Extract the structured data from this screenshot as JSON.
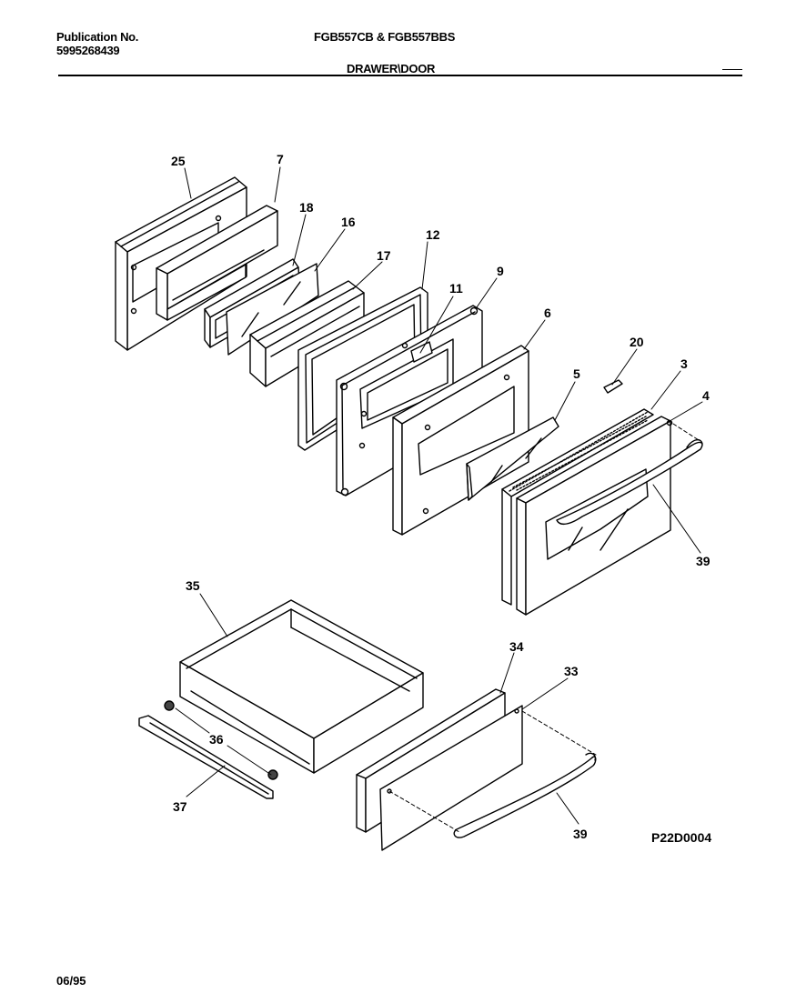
{
  "header": {
    "publication_label": "Publication No.",
    "publication_number": "5995268439",
    "models": "FGB557CB & FGB557BBS",
    "section": "DRAWER\\DOOR"
  },
  "callouts": {
    "p25": "25",
    "p7": "7",
    "p18": "18",
    "p16": "16",
    "p17": "17",
    "p12": "12",
    "p11": "11",
    "p9": "9",
    "p6": "6",
    "p20": "20",
    "p3": "3",
    "p4": "4",
    "p5": "5",
    "p39a": "39",
    "p35": "35",
    "p34": "34",
    "p33": "33",
    "p36": "36",
    "p37": "37",
    "p39b": "39"
  },
  "footer": {
    "diagram_code": "P22D0004",
    "date": "06/95"
  }
}
